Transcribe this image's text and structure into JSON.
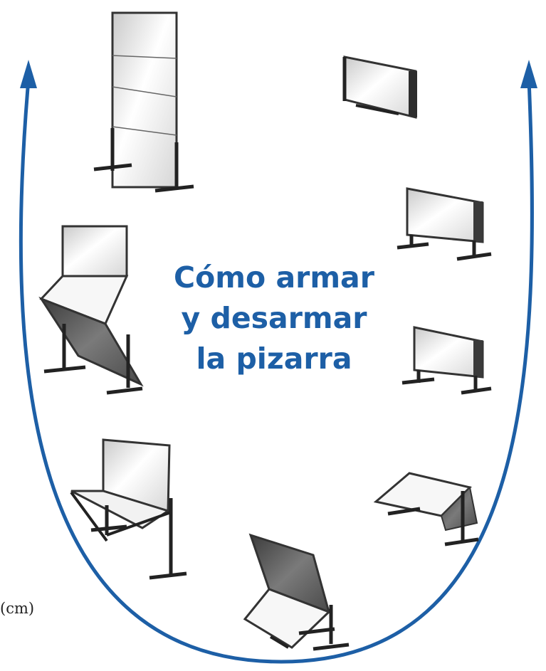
{
  "title": {
    "line1": "Cómo armar",
    "line2": "y desarmar",
    "line3": "la pizarra"
  },
  "unit_label": "(cm)",
  "colors": {
    "arrow": "#1d5fa6",
    "title": "#1d5fa6",
    "frame": "#2a2a2a",
    "panel_dark": "#5a5a5a",
    "panel_light": "#f4f4f4"
  }
}
